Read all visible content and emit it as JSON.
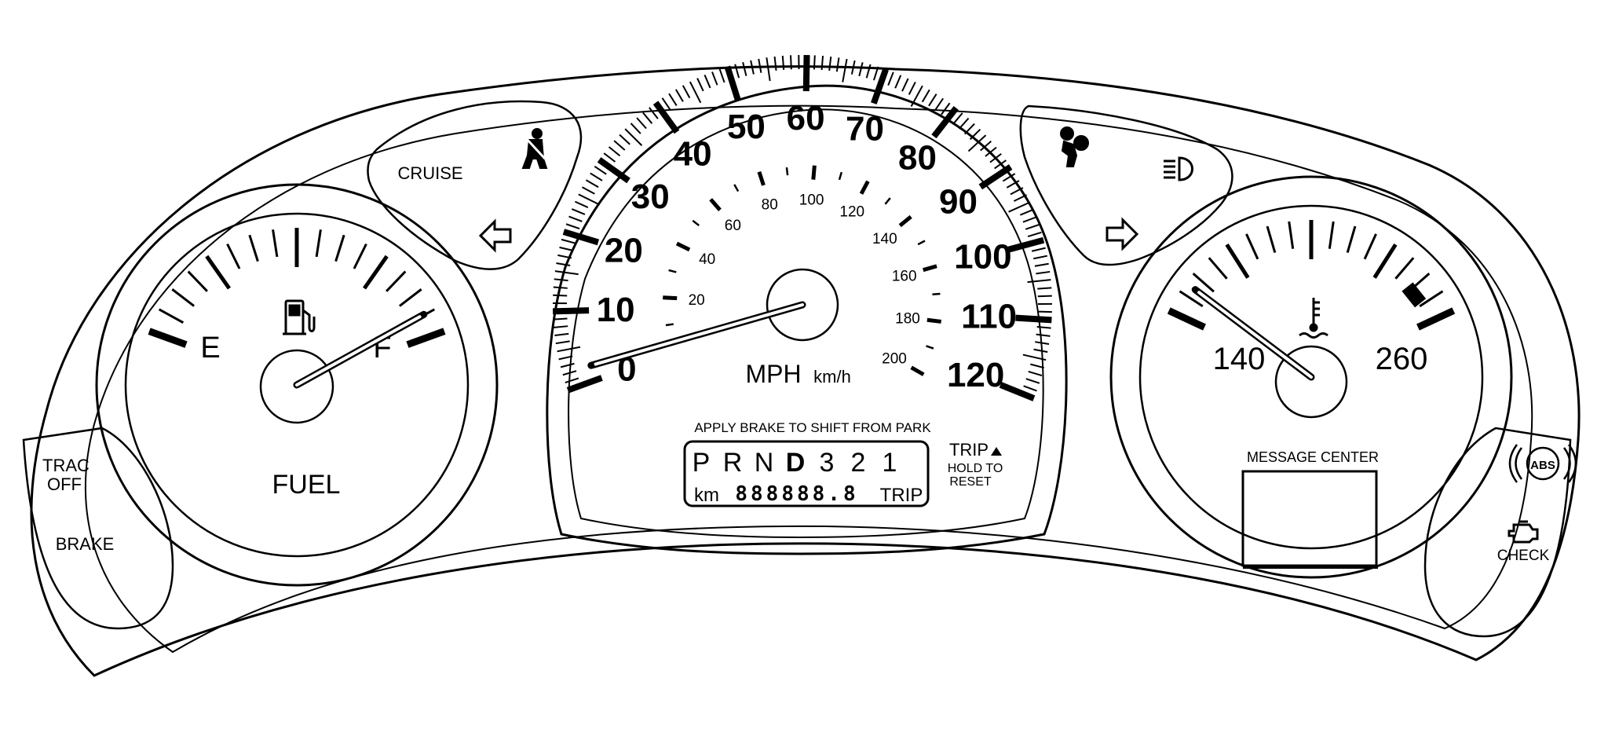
{
  "colors": {
    "ink": "#000000",
    "paper": "#ffffff"
  },
  "indicators": {
    "cruise": "CRUISE",
    "trac_off_line1": "TRAC",
    "trac_off_line2": "OFF",
    "brake": "BRAKE",
    "check": "CHECK",
    "abs": "ABS",
    "message_center": "MESSAGE CENTER"
  },
  "icons": [
    "seatbelt-icon",
    "airbag-icon",
    "headlamp-icon",
    "left-turn-arrow-icon",
    "right-turn-arrow-icon",
    "fuel-pump-icon",
    "coolant-temp-icon",
    "abs-icon",
    "check-engine-icon"
  ],
  "fuel_gauge": {
    "label": "FUEL",
    "empty_label": "E",
    "full_label": "F",
    "level": 1.0
  },
  "speedometer": {
    "mph_unit": "MPH",
    "kmh_unit": "km/h",
    "mph_labels": [
      "0",
      "10",
      "20",
      "30",
      "40",
      "50",
      "60",
      "70",
      "80",
      "90",
      "100",
      "110",
      "120"
    ],
    "kmh_labels": [
      "20",
      "40",
      "60",
      "80",
      "100",
      "120",
      "140",
      "160",
      "180",
      "200"
    ],
    "mph_max": 120,
    "kmh_max": 200,
    "needle_mph": 0
  },
  "prndl": {
    "caption": "APPLY BRAKE TO SHIFT FROM PARK",
    "gears": [
      "P",
      "R",
      "N",
      "D",
      "3",
      "2",
      "1"
    ],
    "selected": "D",
    "odometer_unit": "km",
    "odometer_digits": "888888.8",
    "trip_label": "TRIP"
  },
  "trip_button": {
    "label": "TRIP",
    "hint_line1": "HOLD TO",
    "hint_line2": "RESET"
  },
  "temp_gauge": {
    "low_label": "140",
    "high_label": "260",
    "level": 0.0
  }
}
